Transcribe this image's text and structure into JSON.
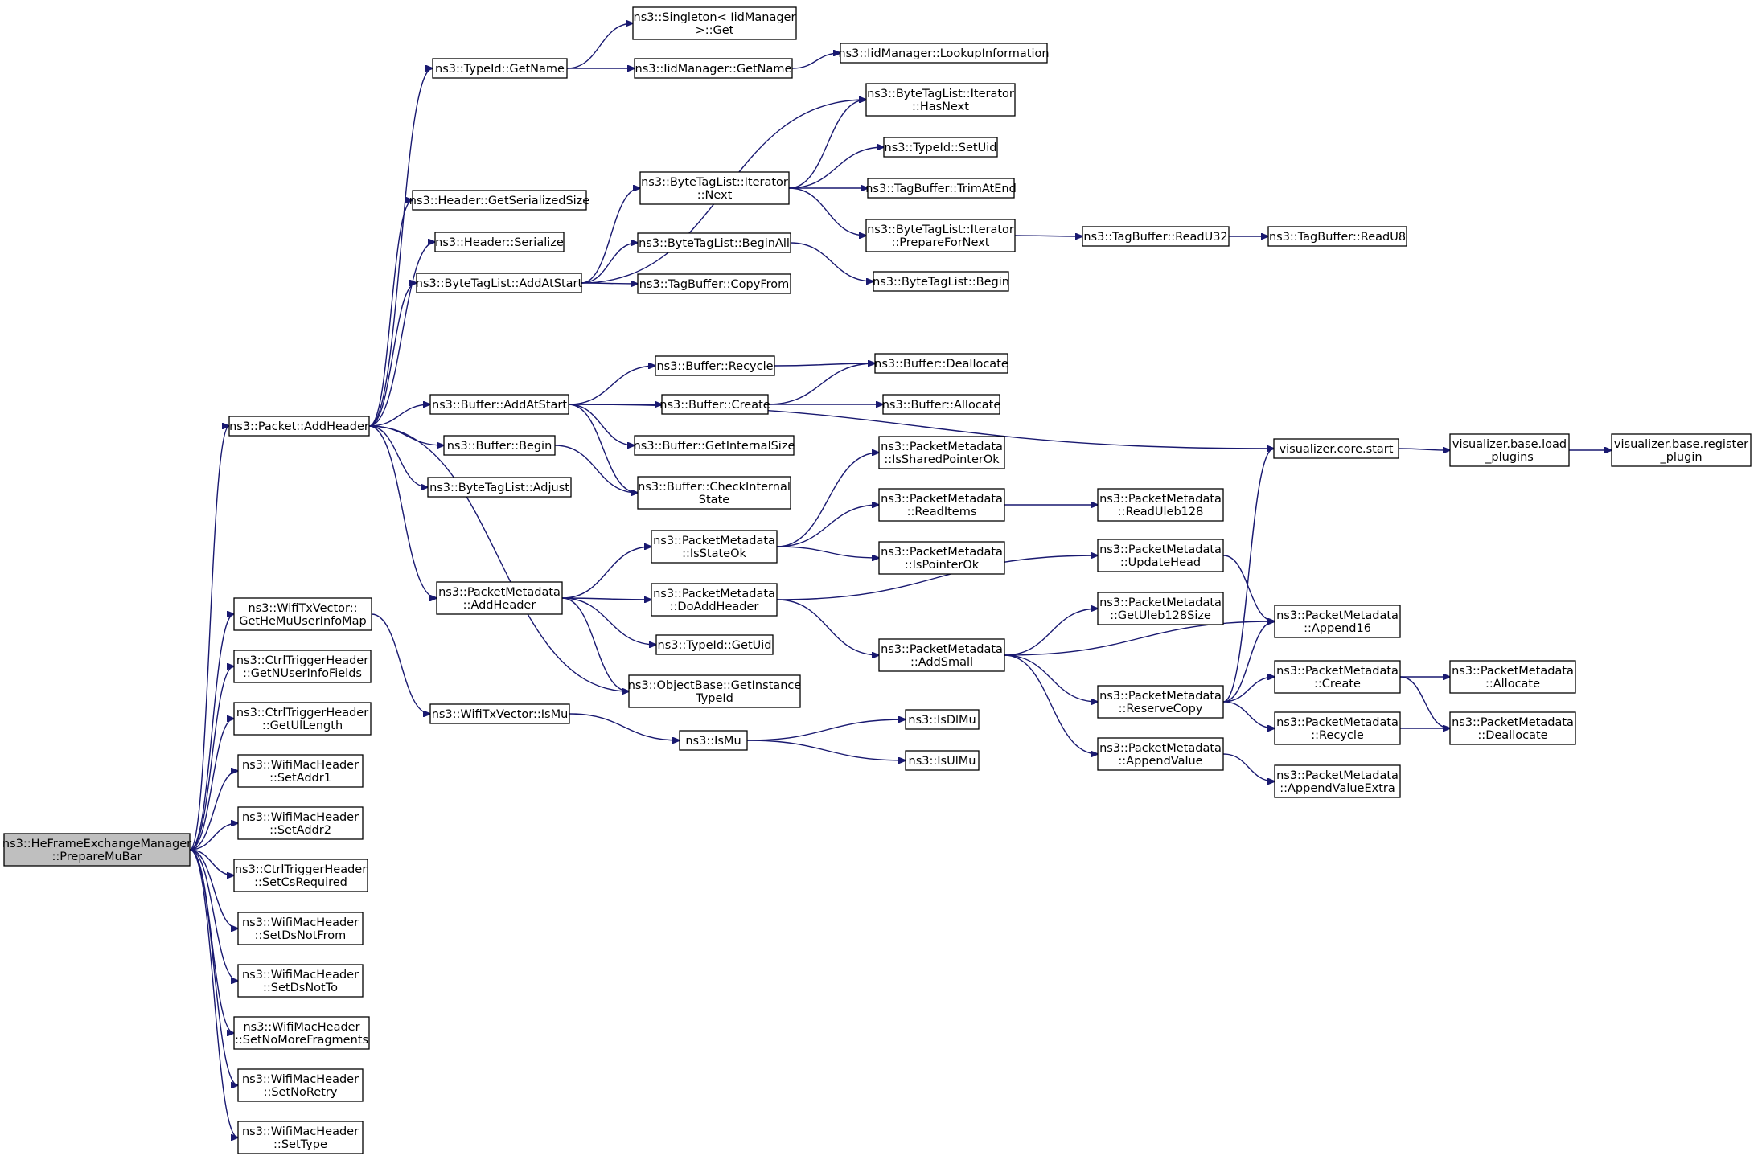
{
  "graph": {
    "edge_color": "#191970",
    "root_fill": "#bfbfbf",
    "node_fill": "#ffffff",
    "nodes": [
      {
        "id": "root",
        "lines": [
          "ns3::HeFrameExchangeManager",
          "::PrepareMuBar"
        ],
        "root": true
      },
      {
        "id": "addheader",
        "lines": [
          "ns3::Packet::AddHeader"
        ]
      },
      {
        "id": "gethemu",
        "lines": [
          "ns3::WifiTxVector::",
          "GetHeMuUserInfoMap"
        ]
      },
      {
        "id": "getnuser",
        "lines": [
          "ns3::CtrlTriggerHeader",
          "::GetNUserInfoFields"
        ]
      },
      {
        "id": "getullen",
        "lines": [
          "ns3::CtrlTriggerHeader",
          "::GetUlLength"
        ]
      },
      {
        "id": "setaddr1",
        "lines": [
          "ns3::WifiMacHeader",
          "::SetAddr1"
        ]
      },
      {
        "id": "setaddr2",
        "lines": [
          "ns3::WifiMacHeader",
          "::SetAddr2"
        ]
      },
      {
        "id": "setcsreq",
        "lines": [
          "ns3::CtrlTriggerHeader",
          "::SetCsRequired"
        ]
      },
      {
        "id": "setdsnotfrom",
        "lines": [
          "ns3::WifiMacHeader",
          "::SetDsNotFrom"
        ]
      },
      {
        "id": "setdsnotto",
        "lines": [
          "ns3::WifiMacHeader",
          "::SetDsNotTo"
        ]
      },
      {
        "id": "setnomore",
        "lines": [
          "ns3::WifiMacHeader",
          "::SetNoMoreFragments"
        ]
      },
      {
        "id": "setnoretry",
        "lines": [
          "ns3::WifiMacHeader",
          "::SetNoRetry"
        ]
      },
      {
        "id": "settype",
        "lines": [
          "ns3::WifiMacHeader",
          "::SetType"
        ]
      },
      {
        "id": "typeid_getname",
        "lines": [
          "ns3::TypeId::GetName"
        ]
      },
      {
        "id": "header_getser",
        "lines": [
          "ns3::Header::GetSerializedSize"
        ]
      },
      {
        "id": "header_ser",
        "lines": [
          "ns3::Header::Serialize"
        ]
      },
      {
        "id": "btl_addatstart",
        "lines": [
          "ns3::ByteTagList::AddAtStart"
        ]
      },
      {
        "id": "buf_addatstart",
        "lines": [
          "ns3::Buffer::AddAtStart"
        ]
      },
      {
        "id": "buf_begin",
        "lines": [
          "ns3::Buffer::Begin"
        ]
      },
      {
        "id": "btl_adjust",
        "lines": [
          "ns3::ByteTagList::Adjust"
        ]
      },
      {
        "id": "pm_addheader",
        "lines": [
          "ns3::PacketMetadata",
          "::AddHeader"
        ]
      },
      {
        "id": "wtx_ismu",
        "lines": [
          "ns3::WifiTxVector::IsMu"
        ]
      },
      {
        "id": "singleton_get",
        "lines": [
          "ns3::Singleton< IidManager",
          ">::Get"
        ]
      },
      {
        "id": "iid_getname",
        "lines": [
          "ns3::IidManager::GetName"
        ]
      },
      {
        "id": "btli_next",
        "lines": [
          "ns3::ByteTagList::Iterator",
          "::Next"
        ]
      },
      {
        "id": "btl_beginall",
        "lines": [
          "ns3::ByteTagList::BeginAll"
        ]
      },
      {
        "id": "tb_copyfrom",
        "lines": [
          "ns3::TagBuffer::CopyFrom"
        ]
      },
      {
        "id": "buf_recycle",
        "lines": [
          "ns3::Buffer::Recycle"
        ]
      },
      {
        "id": "buf_create",
        "lines": [
          "ns3::Buffer::Create"
        ]
      },
      {
        "id": "buf_getinternal",
        "lines": [
          "ns3::Buffer::GetInternalSize"
        ]
      },
      {
        "id": "buf_checkinternal",
        "lines": [
          "ns3::Buffer::CheckInternal",
          "State"
        ]
      },
      {
        "id": "pm_isstateok",
        "lines": [
          "ns3::PacketMetadata",
          "::IsStateOk"
        ]
      },
      {
        "id": "pm_doaddheader",
        "lines": [
          "ns3::PacketMetadata",
          "::DoAddHeader"
        ]
      },
      {
        "id": "typeid_getuid",
        "lines": [
          "ns3::TypeId::GetUid"
        ]
      },
      {
        "id": "ob_getinstance",
        "lines": [
          "ns3::ObjectBase::GetInstance",
          "TypeId"
        ]
      },
      {
        "id": "ismu",
        "lines": [
          "ns3::IsMu"
        ]
      },
      {
        "id": "iid_lookup",
        "lines": [
          "ns3::IidManager::LookupInformation"
        ]
      },
      {
        "id": "btli_hasnext",
        "lines": [
          "ns3::ByteTagList::Iterator",
          "::HasNext"
        ]
      },
      {
        "id": "typeid_setuid",
        "lines": [
          "ns3::TypeId::SetUid"
        ]
      },
      {
        "id": "tb_trimatend",
        "lines": [
          "ns3::TagBuffer::TrimAtEnd"
        ]
      },
      {
        "id": "btli_prepare",
        "lines": [
          "ns3::ByteTagList::Iterator",
          "::PrepareForNext"
        ]
      },
      {
        "id": "btl_begin",
        "lines": [
          "ns3::ByteTagList::Begin"
        ]
      },
      {
        "id": "buf_dealloc",
        "lines": [
          "ns3::Buffer::Deallocate"
        ]
      },
      {
        "id": "buf_alloc",
        "lines": [
          "ns3::Buffer::Allocate"
        ]
      },
      {
        "id": "pm_issharedptr",
        "lines": [
          "ns3::PacketMetadata",
          "::IsSharedPointerOk"
        ]
      },
      {
        "id": "pm_readitems",
        "lines": [
          "ns3::PacketMetadata",
          "::ReadItems"
        ]
      },
      {
        "id": "pm_isptr",
        "lines": [
          "ns3::PacketMetadata",
          "::IsPointerOk"
        ]
      },
      {
        "id": "pm_addsmall",
        "lines": [
          "ns3::PacketMetadata",
          "::AddSmall"
        ]
      },
      {
        "id": "isdlmu",
        "lines": [
          "ns3::IsDlMu"
        ]
      },
      {
        "id": "isulmu",
        "lines": [
          "ns3::IsUlMu"
        ]
      },
      {
        "id": "tb_readu32",
        "lines": [
          "ns3::TagBuffer::ReadU32"
        ]
      },
      {
        "id": "tb_readu8",
        "lines": [
          "ns3::TagBuffer::ReadU8"
        ]
      },
      {
        "id": "vis_start",
        "lines": [
          "visualizer.core.start"
        ]
      },
      {
        "id": "pm_readuleb",
        "lines": [
          "ns3::PacketMetadata",
          "::ReadUleb128"
        ]
      },
      {
        "id": "pm_updatehead",
        "lines": [
          "ns3::PacketMetadata",
          "::UpdateHead"
        ]
      },
      {
        "id": "pm_getuleb",
        "lines": [
          "ns3::PacketMetadata",
          "::GetUleb128Size"
        ]
      },
      {
        "id": "pm_reservecopy",
        "lines": [
          "ns3::PacketMetadata",
          "::ReserveCopy"
        ]
      },
      {
        "id": "pm_appendvalue",
        "lines": [
          "ns3::PacketMetadata",
          "::AppendValue"
        ]
      },
      {
        "id": "vis_load",
        "lines": [
          "visualizer.base.load",
          "_plugins"
        ]
      },
      {
        "id": "vis_register",
        "lines": [
          "visualizer.base.register",
          "_plugin"
        ]
      },
      {
        "id": "pm_append16",
        "lines": [
          "ns3::PacketMetadata",
          "::Append16"
        ]
      },
      {
        "id": "pm_create",
        "lines": [
          "ns3::PacketMetadata",
          "::Create"
        ]
      },
      {
        "id": "pm_recycle",
        "lines": [
          "ns3::PacketMetadata",
          "::Recycle"
        ]
      },
      {
        "id": "pm_appendextra",
        "lines": [
          "ns3::PacketMetadata",
          "::AppendValueExtra"
        ]
      },
      {
        "id": "pm_allocate",
        "lines": [
          "ns3::PacketMetadata",
          "::Allocate"
        ]
      },
      {
        "id": "pm_deallocate",
        "lines": [
          "ns3::PacketMetadata",
          "::Deallocate"
        ]
      }
    ],
    "edges": [
      [
        "root",
        "addheader"
      ],
      [
        "root",
        "gethemu"
      ],
      [
        "root",
        "getnuser"
      ],
      [
        "root",
        "getullen"
      ],
      [
        "root",
        "setaddr1"
      ],
      [
        "root",
        "setaddr2"
      ],
      [
        "root",
        "setcsreq"
      ],
      [
        "root",
        "setdsnotfrom"
      ],
      [
        "root",
        "setdsnotto"
      ],
      [
        "root",
        "setnomore"
      ],
      [
        "root",
        "setnoretry"
      ],
      [
        "root",
        "settype"
      ],
      [
        "addheader",
        "typeid_getname"
      ],
      [
        "addheader",
        "header_getser"
      ],
      [
        "addheader",
        "header_ser"
      ],
      [
        "addheader",
        "btl_addatstart"
      ],
      [
        "addheader",
        "buf_addatstart"
      ],
      [
        "addheader",
        "buf_begin"
      ],
      [
        "addheader",
        "btl_adjust"
      ],
      [
        "addheader",
        "pm_addheader"
      ],
      [
        "addheader",
        "ob_getinstance"
      ],
      [
        "gethemu",
        "wtx_ismu"
      ],
      [
        "typeid_getname",
        "singleton_get"
      ],
      [
        "typeid_getname",
        "iid_getname"
      ],
      [
        "iid_getname",
        "iid_lookup"
      ],
      [
        "btl_addatstart",
        "btli_hasnext"
      ],
      [
        "btl_addatstart",
        "btli_next"
      ],
      [
        "btl_addatstart",
        "btl_beginall"
      ],
      [
        "btl_addatstart",
        "tb_copyfrom"
      ],
      [
        "btli_next",
        "btli_hasnext"
      ],
      [
        "btli_next",
        "typeid_setuid"
      ],
      [
        "btli_next",
        "tb_trimatend"
      ],
      [
        "btli_next",
        "btli_prepare"
      ],
      [
        "btli_prepare",
        "tb_readu32"
      ],
      [
        "tb_readu32",
        "tb_readu8"
      ],
      [
        "btl_beginall",
        "btl_begin"
      ],
      [
        "buf_addatstart",
        "vis_start"
      ],
      [
        "buf_addatstart",
        "buf_recycle"
      ],
      [
        "buf_addatstart",
        "buf_create"
      ],
      [
        "buf_addatstart",
        "buf_getinternal"
      ],
      [
        "buf_addatstart",
        "buf_checkinternal"
      ],
      [
        "buf_recycle",
        "buf_dealloc"
      ],
      [
        "buf_create",
        "buf_dealloc"
      ],
      [
        "buf_create",
        "buf_alloc"
      ],
      [
        "buf_begin",
        "buf_checkinternal"
      ],
      [
        "vis_start",
        "vis_load"
      ],
      [
        "vis_load",
        "vis_register"
      ],
      [
        "pm_addheader",
        "pm_isstateok"
      ],
      [
        "pm_addheader",
        "pm_doaddheader"
      ],
      [
        "pm_addheader",
        "typeid_getuid"
      ],
      [
        "pm_addheader",
        "ob_getinstance"
      ],
      [
        "pm_isstateok",
        "pm_issharedptr"
      ],
      [
        "pm_isstateok",
        "pm_readitems"
      ],
      [
        "pm_isstateok",
        "pm_isptr"
      ],
      [
        "pm_readitems",
        "pm_readuleb"
      ],
      [
        "pm_doaddheader",
        "pm_updatehead"
      ],
      [
        "pm_doaddheader",
        "pm_addsmall"
      ],
      [
        "pm_updatehead",
        "pm_append16"
      ],
      [
        "pm_addsmall",
        "pm_getuleb"
      ],
      [
        "pm_addsmall",
        "pm_append16"
      ],
      [
        "pm_addsmall",
        "pm_reservecopy"
      ],
      [
        "pm_addsmall",
        "pm_appendvalue"
      ],
      [
        "pm_reservecopy",
        "vis_start"
      ],
      [
        "pm_reservecopy",
        "pm_append16"
      ],
      [
        "pm_reservecopy",
        "pm_create"
      ],
      [
        "pm_reservecopy",
        "pm_recycle"
      ],
      [
        "pm_create",
        "pm_allocate"
      ],
      [
        "pm_create",
        "pm_deallocate"
      ],
      [
        "pm_recycle",
        "pm_deallocate"
      ],
      [
        "pm_appendvalue",
        "pm_appendextra"
      ],
      [
        "wtx_ismu",
        "ismu"
      ],
      [
        "ismu",
        "isdlmu"
      ],
      [
        "ismu",
        "isulmu"
      ]
    ]
  }
}
